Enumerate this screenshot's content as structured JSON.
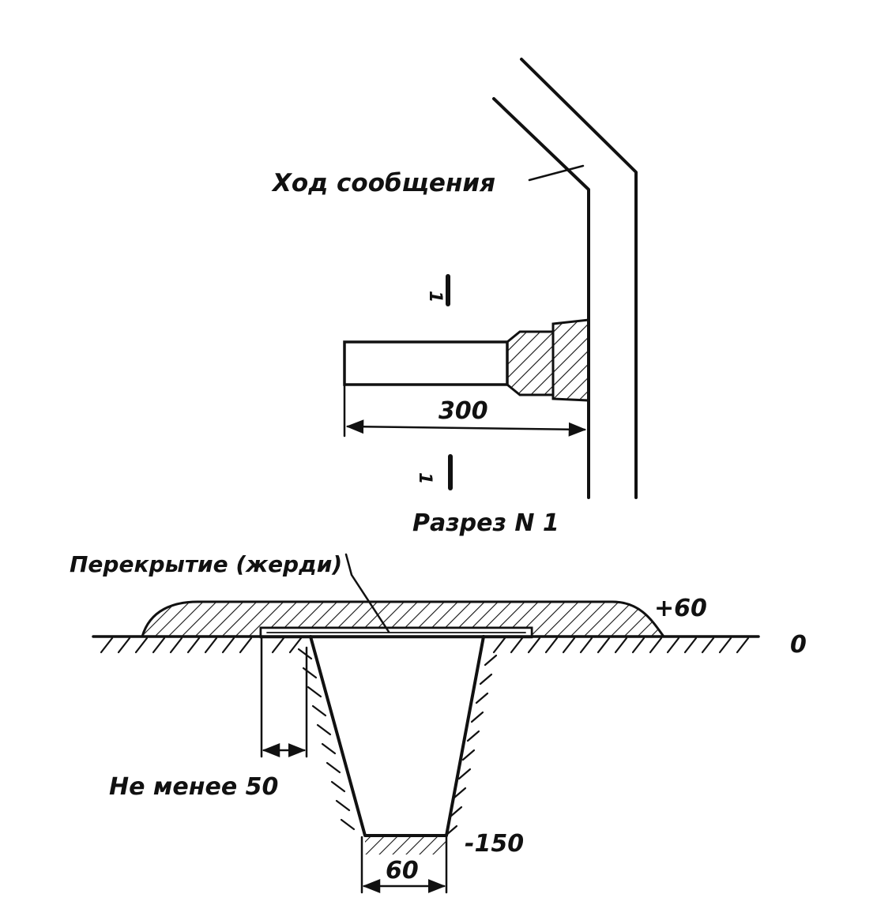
{
  "diagram": {
    "labels": {
      "communication_trench": "Ход сообщения",
      "section_mark_top": "1",
      "section_mark_bottom": "1",
      "width_dimension": "300",
      "section_title": "Разрез N 1",
      "roof_callout": "Перекрытие (жерди)",
      "mound_height": "+60",
      "ground_level": "0",
      "min_distance": "Не менее 50",
      "bottom_depth": "-150",
      "bottom_width": "60"
    },
    "colors": {
      "ink": "#111111",
      "background": "#ffffff"
    }
  }
}
